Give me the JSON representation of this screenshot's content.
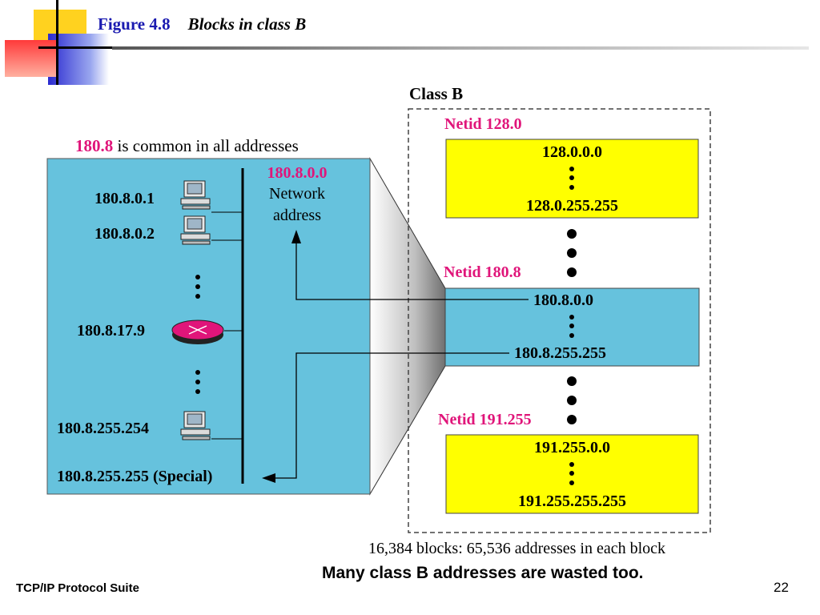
{
  "header": {
    "figure_label": "Figure 4.8",
    "caption": "Blocks in class B"
  },
  "diagram": {
    "common_text_prefix": "180.8",
    "common_text_suffix": " is common in all addresses",
    "network_address": "180.8.0.0",
    "network_label_line1": "Network",
    "network_label_line2": "address",
    "hosts": [
      {
        "address": "180.8.0.1",
        "icon": "computer-icon"
      },
      {
        "address": "180.8.0.2",
        "icon": "computer-icon"
      },
      {
        "address": "180.8.17.9",
        "icon": "router-icon"
      },
      {
        "address": "180.8.255.254",
        "icon": "computer-icon"
      }
    ],
    "special_address": "180.8.255.255 (Special)",
    "class_title": "Class B",
    "blocks": [
      {
        "netid": "Netid 128.0",
        "first": "128.0.0.0",
        "last": "128.0.255.255",
        "color": "#ffff00"
      },
      {
        "netid": "Netid 180.8",
        "first": "180.8.0.0",
        "last": "180.8.255.255",
        "color": "#66c2dd"
      },
      {
        "netid": "Netid 191.255",
        "first": "191.255.0.0",
        "last": "191.255.255.255",
        "color": "#ffff00"
      }
    ],
    "summary": "16,384 blocks: 65,536 addresses in each block"
  },
  "note": "Many class B addresses are wasted too.",
  "footer": {
    "suite": "TCP/IP Protocol Suite",
    "page": "22"
  },
  "colors": {
    "accent_magenta": "#e0157a",
    "network_blue": "#66c2dd",
    "block_yellow": "#ffff00",
    "title_blue": "#1a1ab0"
  }
}
